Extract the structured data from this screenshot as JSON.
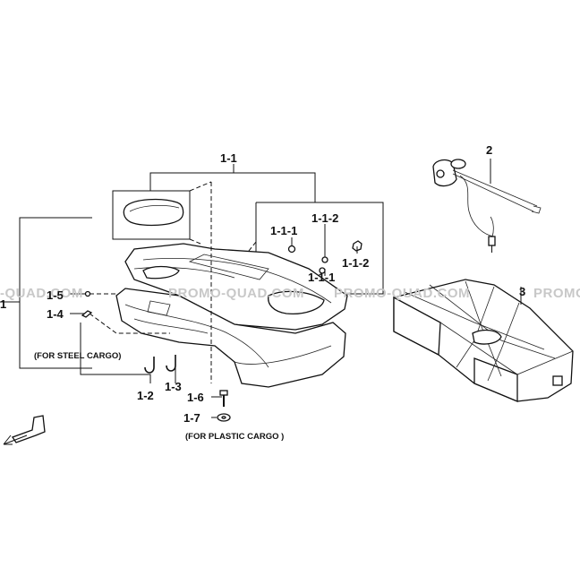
{
  "watermark": "PROMO-QUAD.COM",
  "watermark_partial_left": "-QUAD.COM",
  "watermark_partial_right": "PROMO",
  "labels": {
    "p1": "1",
    "p1_1": "1-1",
    "p1_1_1a": "1-1-1",
    "p1_1_1b": "1-1-1",
    "p1_1_2a": "1-1-2",
    "p1_1_2b": "1-1-2",
    "p1_2": "1-2",
    "p1_3": "1-3",
    "p1_4": "1-4",
    "p1_5": "1-5",
    "p1_6": "1-6",
    "p1_7": "1-7",
    "p2": "2",
    "p3": "3"
  },
  "notes": {
    "steel": "(FOR STEEL CARGO)",
    "plastic": "(FOR PLASTIC CARGO )"
  },
  "icons": {
    "direction": "front-arrow-icon"
  }
}
